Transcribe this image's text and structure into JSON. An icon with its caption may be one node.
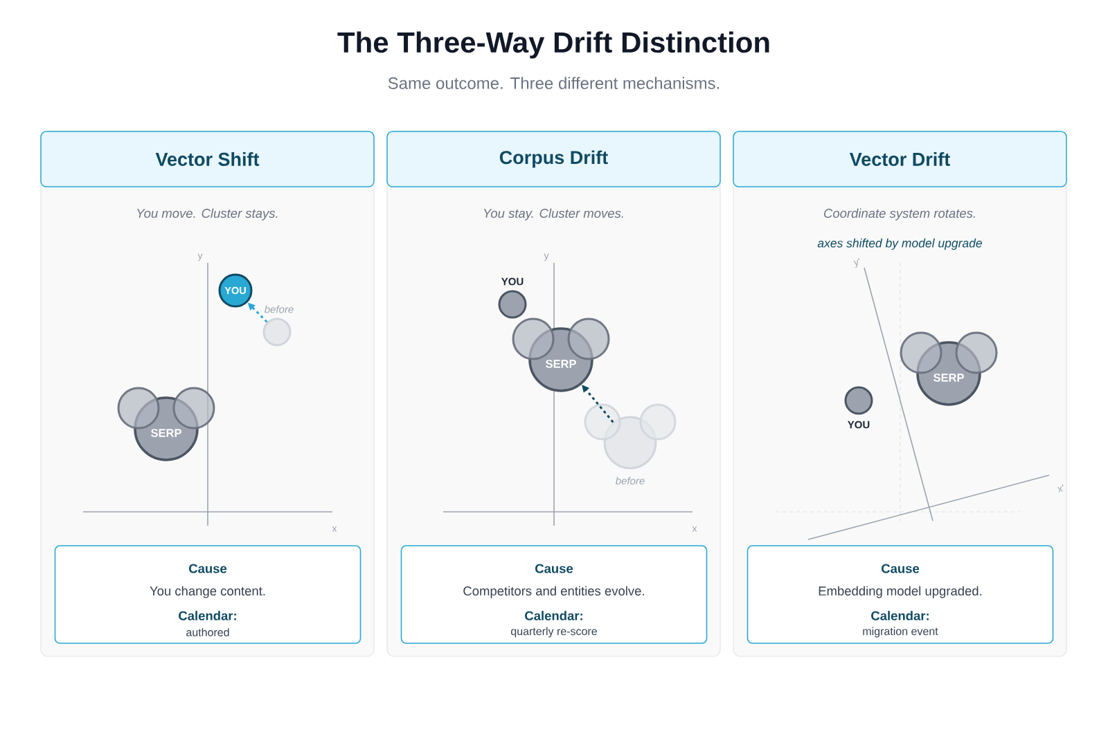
{
  "diagram": {
    "title": "The Three-Way Drift Distinction",
    "nodes": [
      {
        "text": [
          "Vector Shift",
          "You move. Cluster stays."
        ]
      },
      {
        "text": [
          "YOU"
        ],
        "in": 0
      },
      {
        "text": [],
        "shape": "circle",
        "beside": [
          "before"
        ],
        "in": 0
      },
      {
        "text": [
          "SERP"
        ],
        "in": 0
      },
      {
        "text": [
          "Cause",
          "You change content.",
          "Calendar:",
          "authored"
        ],
        "in": 0
      },
      {
        "text": [
          "Corpus Drift",
          "You stay. Cluster moves."
        ]
      },
      {
        "text": [
          "YOU"
        ],
        "in": 5
      },
      {
        "text": [
          "SERP"
        ],
        "in": 5
      },
      {
        "text": [],
        "shape": "circle",
        "beside": [
          "before"
        ],
        "in": 5
      },
      {
        "text": [
          "Cause",
          "Competitors and entities evolve.",
          "Calendar:",
          "quarterly re-score"
        ],
        "in": 5
      },
      {
        "text": [
          "Vector Drift",
          "Coordinate system rotates.",
          "axes shifted by model upgrade"
        ]
      },
      {
        "text": [
          "SERP"
        ],
        "in": 10
      },
      {
        "text": [
          "YOU"
        ],
        "in": 10
      },
      {
        "text": [
          "Cause",
          "Embedding model upgraded.",
          "Calendar:",
          "migration event"
        ],
        "in": 10
      }
    ],
    "edges": [
      {
        "from": 2,
        "to": 1,
        "arrow": "to",
        "style": "dashed",
        "color": "#29a8d4"
      },
      {
        "from": 8,
        "to": 7,
        "arrow": "to",
        "style": "dashed",
        "color": "#0f4a63"
      }
    ],
    "labels": [
      "Same outcome. Three different mechanisms.",
      "y",
      "x",
      "y",
      "x",
      "y'",
      "x'"
    ]
  }
}
